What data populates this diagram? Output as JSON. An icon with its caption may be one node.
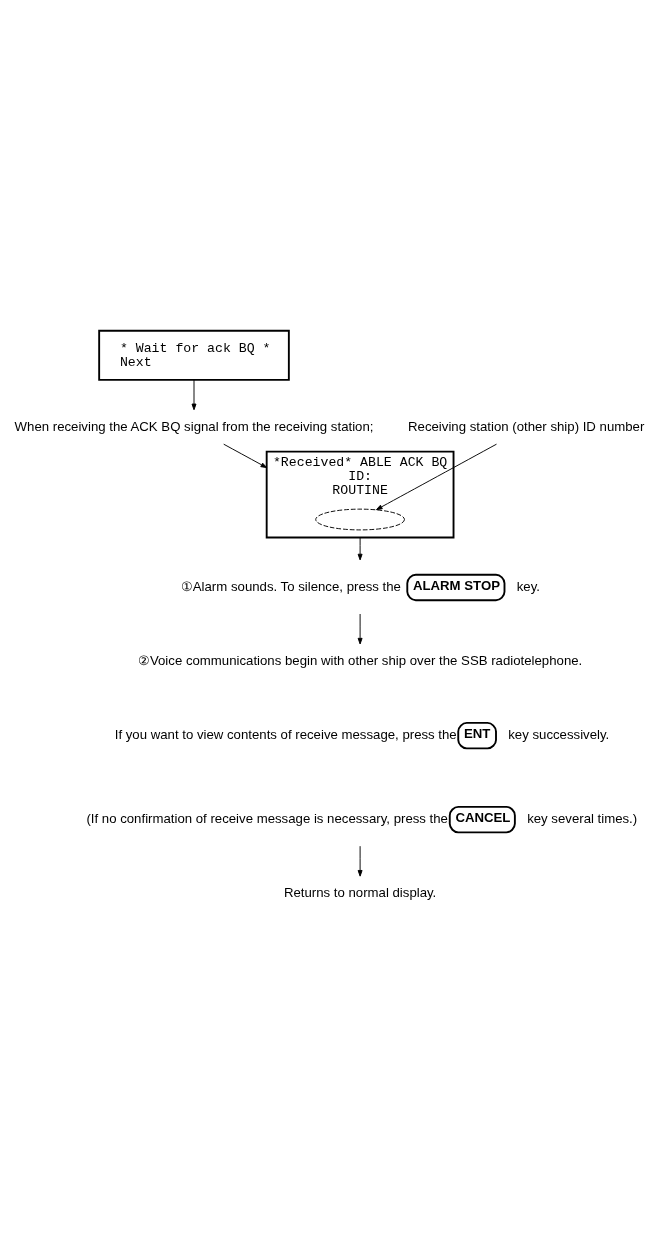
{
  "diagram": {
    "nodes": [
      {
        "text": [
          "* Wait for ack BQ *",
          "Next"
        ]
      },
      {
        "text": [
          "When receiving the ACK BQ signal from the receiving station;"
        ]
      },
      {
        "text": [
          "*Received* ABLE ACK BQ",
          "ID:",
          "ROUTINE"
        ]
      },
      {
        "text": [],
        "shape": "ellipse",
        "in": 2
      },
      {
        "text": [
          "Receiving station (other ship) ID number"
        ]
      },
      {
        "text": [
          "①Alarm sounds. To silence, press the",
          "ALARM STOP",
          "key."
        ]
      },
      {
        "text": [
          "②Voice communications begin with other ship over the SSB radiotelephone."
        ]
      },
      {
        "text": [
          "If you want to view contents of receive message, press the",
          "ENT",
          "key successively."
        ]
      },
      {
        "text": [
          "(If no confirmation of receive message is necessary, press the",
          "CANCEL",
          "key several times.)"
        ]
      },
      {
        "text": [
          "Returns to normal display."
        ]
      }
    ],
    "edges": [
      {
        "from": 0,
        "to": 1,
        "arrow": "to"
      },
      {
        "from": 1,
        "to": 2,
        "arrow": "to"
      },
      {
        "from": 4,
        "to": 3,
        "arrow": "to"
      },
      {
        "from": 2,
        "to": 5,
        "arrow": "to"
      },
      {
        "from": 5,
        "to": 6,
        "arrow": "to"
      },
      {
        "from": 8,
        "to": 9,
        "arrow": "to"
      }
    ]
  }
}
